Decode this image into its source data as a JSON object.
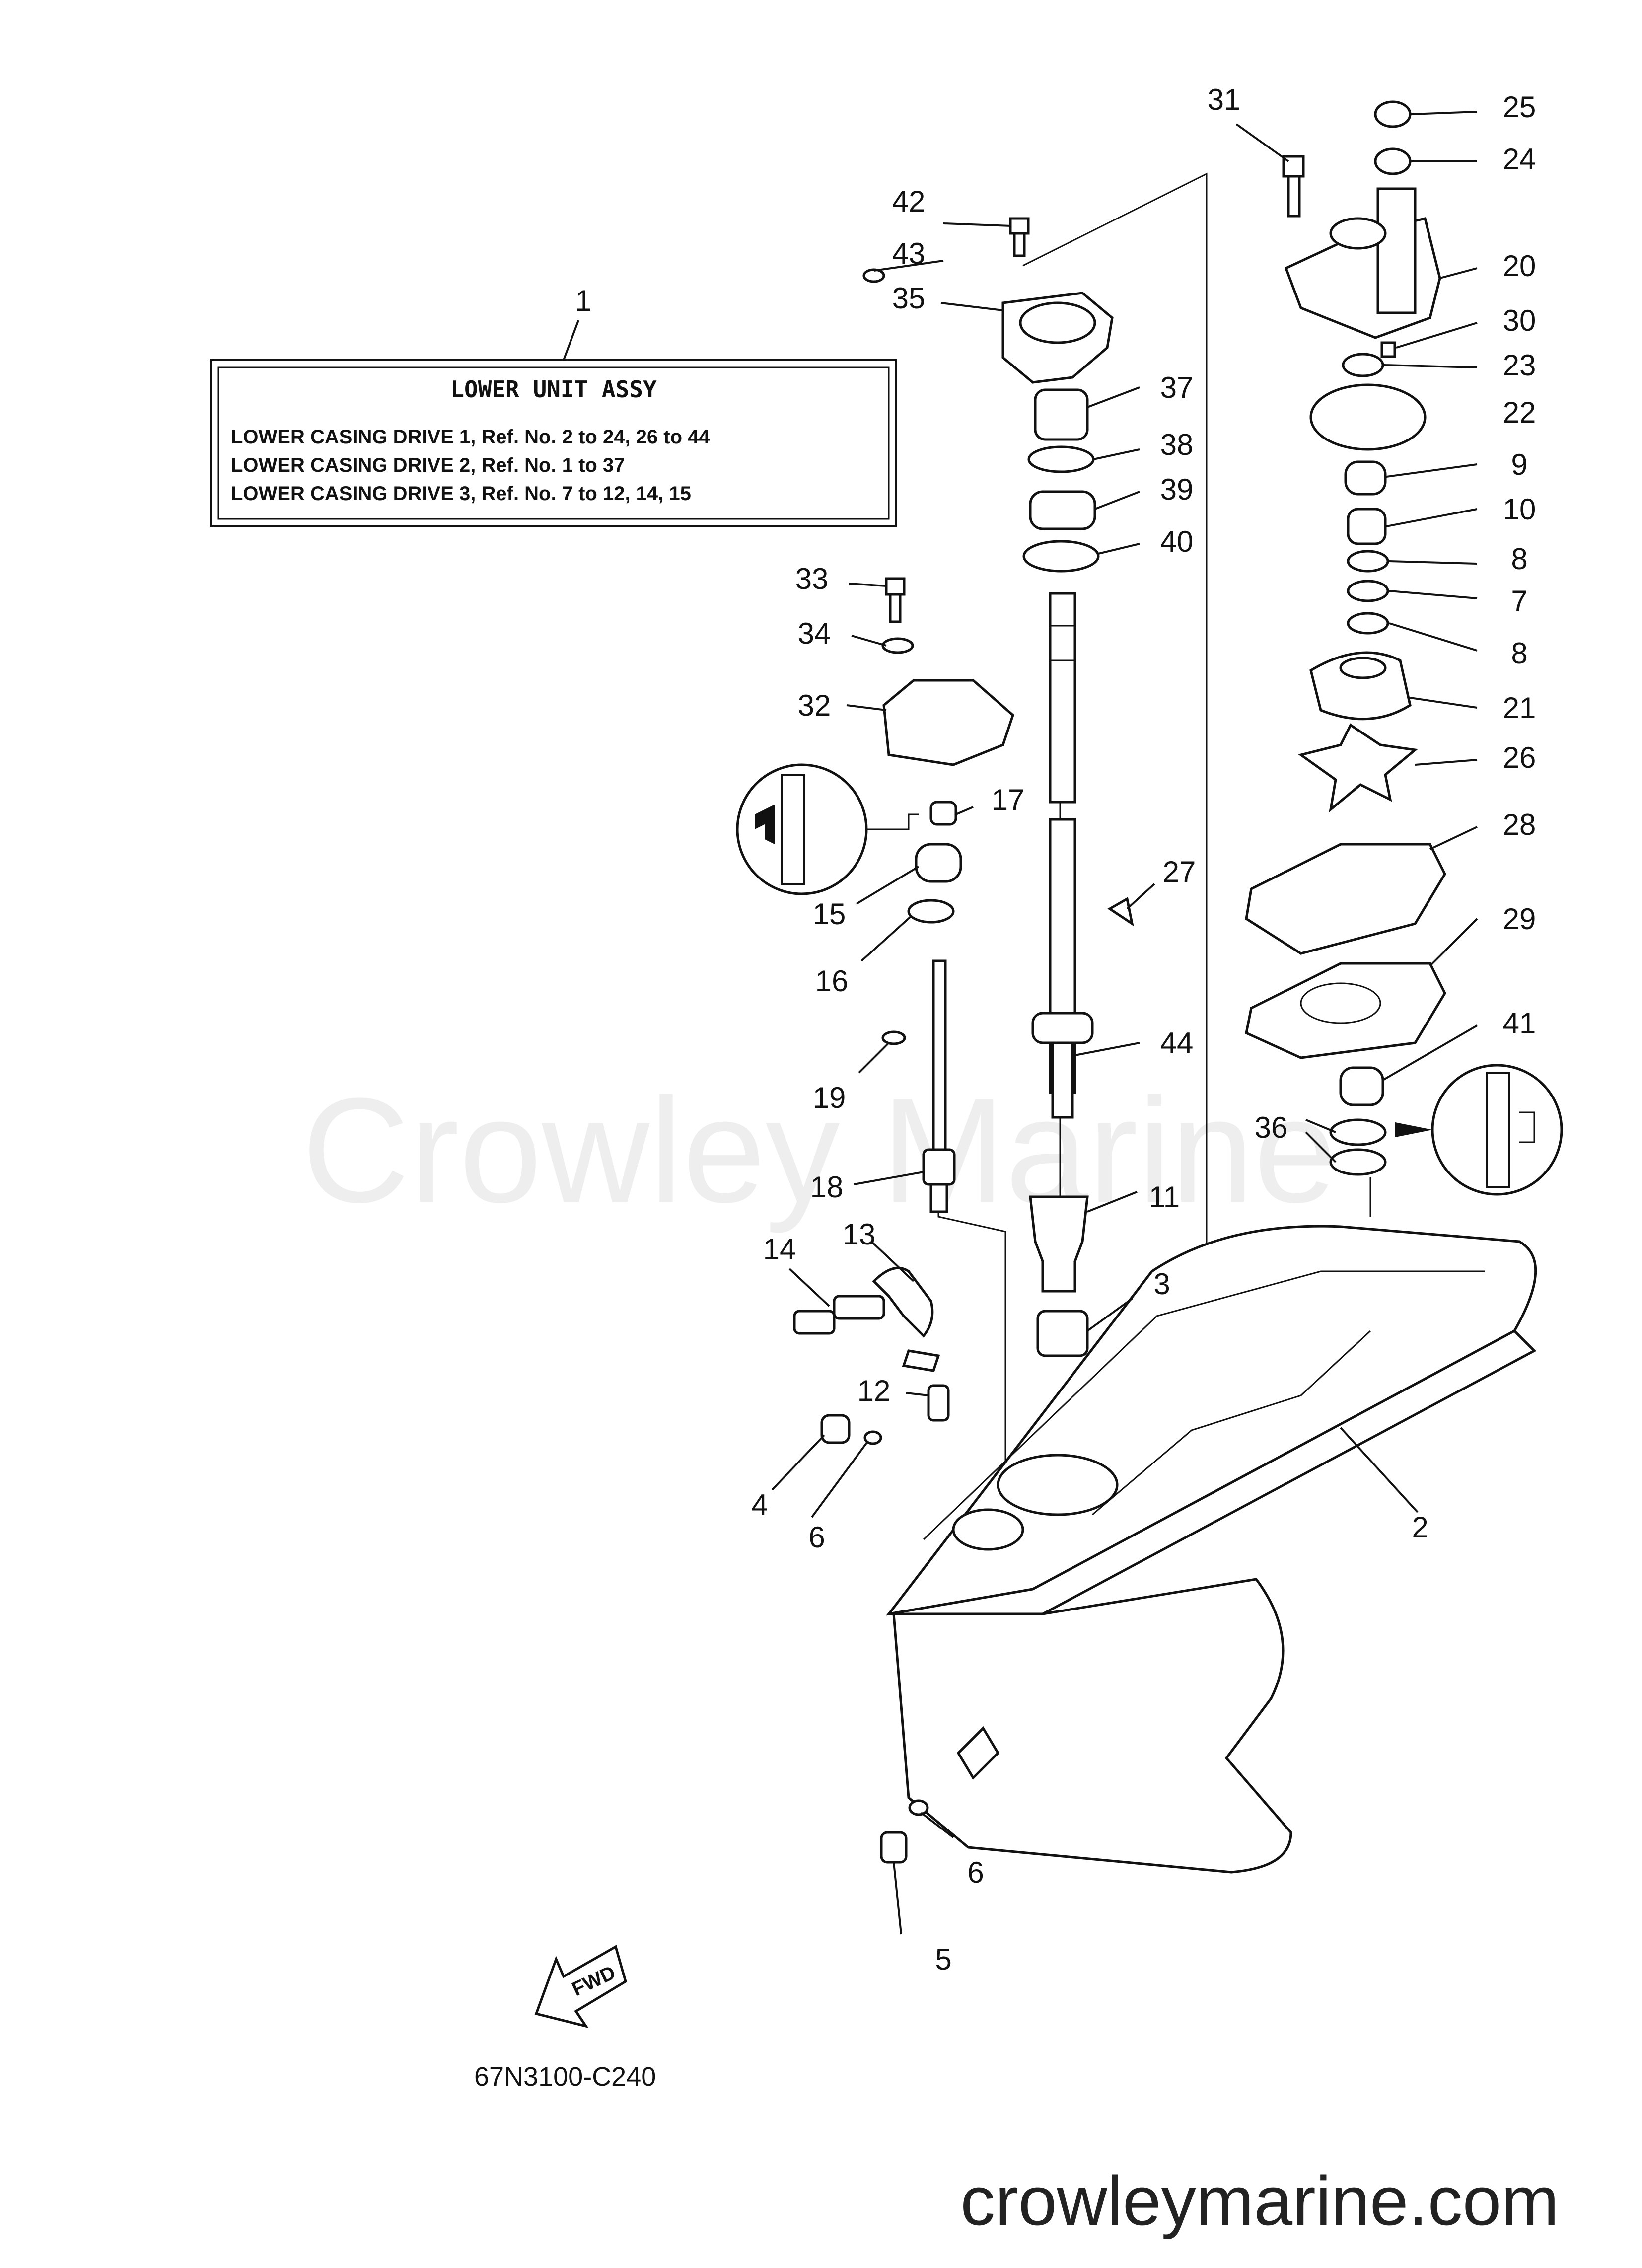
{
  "watermark": "Crowley Marine",
  "website": "crowleymarine.com",
  "part_code": "67N3100-C240",
  "fwd_label": "FWD",
  "info_box": {
    "title": "LOWER UNIT ASSY",
    "lines": [
      "LOWER CASING DRIVE 1, Ref. No. 2 to 24, 26 to 44",
      "LOWER CASING DRIVE 2, Ref. No. 1 to 37",
      "LOWER CASING DRIVE 3, Ref. No. 7 to 12, 14, 15"
    ]
  },
  "callouts": [
    "1",
    "2",
    "3",
    "4",
    "5",
    "6",
    "6",
    "7",
    "8",
    "8",
    "9",
    "10",
    "11",
    "12",
    "13",
    "14",
    "15",
    "16",
    "17",
    "18",
    "19",
    "20",
    "21",
    "22",
    "23",
    "24",
    "25",
    "26",
    "27",
    "28",
    "29",
    "30",
    "31",
    "32",
    "33",
    "34",
    "35",
    "36",
    "37",
    "38",
    "39",
    "40",
    "41",
    "42",
    "43",
    "44"
  ]
}
